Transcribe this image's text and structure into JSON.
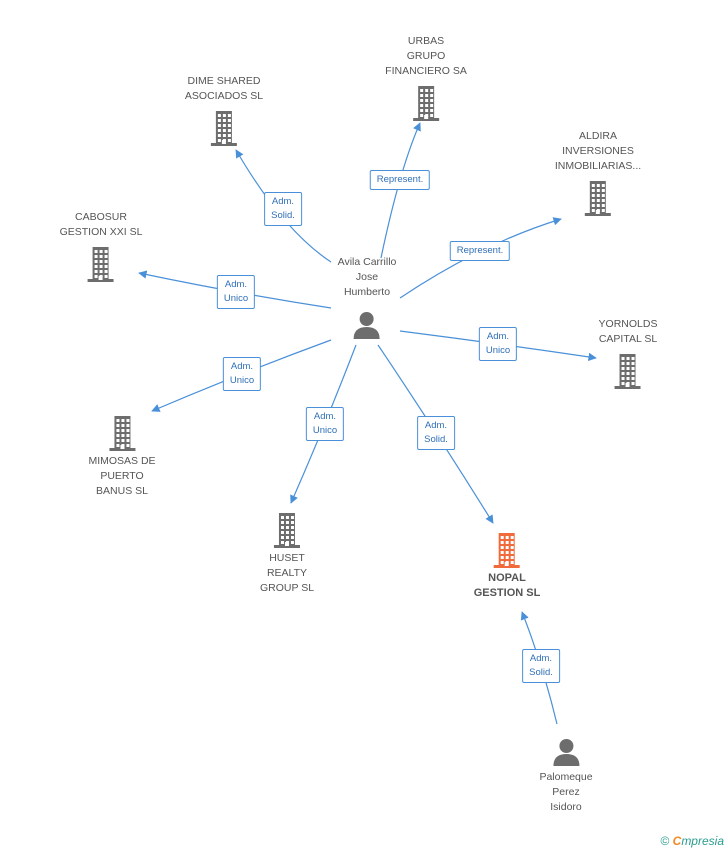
{
  "nodes": [
    {
      "id": "center",
      "kind": "person",
      "lines": [
        "Avila Carrillo",
        "Jose",
        "Humberto"
      ]
    },
    {
      "id": "urbas",
      "kind": "company",
      "lines": [
        "URBAS",
        "GRUPO",
        "FINANCIERO SA"
      ]
    },
    {
      "id": "dime",
      "kind": "company",
      "lines": [
        "DIME SHARED",
        "ASOCIADOS SL"
      ]
    },
    {
      "id": "aldira",
      "kind": "company",
      "lines": [
        "ALDIRA",
        "INVERSIONES",
        "INMOBILIARIAS..."
      ]
    },
    {
      "id": "cabosur",
      "kind": "company",
      "lines": [
        "CABOSUR",
        "GESTION XXI SL"
      ]
    },
    {
      "id": "yornolds",
      "kind": "company",
      "lines": [
        "YORNOLDS",
        "CAPITAL SL"
      ]
    },
    {
      "id": "mimosas",
      "kind": "company",
      "lines": [
        "MIMOSAS DE",
        "PUERTO",
        "BANUS SL"
      ]
    },
    {
      "id": "huset",
      "kind": "company",
      "lines": [
        "HUSET",
        "REALTY",
        "GROUP SL"
      ]
    },
    {
      "id": "nopal",
      "kind": "company-main",
      "lines": [
        "NOPAL",
        "GESTION SL"
      ]
    },
    {
      "id": "palomeque",
      "kind": "person",
      "lines": [
        "Palomeque",
        "Perez",
        "Isidoro"
      ]
    }
  ],
  "edges": [
    {
      "from": "center",
      "to": "dime",
      "label": [
        "Adm.",
        "Solid."
      ]
    },
    {
      "from": "center",
      "to": "urbas",
      "label": [
        "Represent."
      ]
    },
    {
      "from": "center",
      "to": "aldira",
      "label": [
        "Represent."
      ]
    },
    {
      "from": "center",
      "to": "cabosur",
      "label": [
        "Adm.",
        "Unico"
      ]
    },
    {
      "from": "center",
      "to": "yornolds",
      "label": [
        "Adm.",
        "Unico"
      ]
    },
    {
      "from": "center",
      "to": "mimosas",
      "label": [
        "Adm.",
        "Unico"
      ]
    },
    {
      "from": "center",
      "to": "huset",
      "label": [
        "Adm.",
        "Unico"
      ]
    },
    {
      "from": "center",
      "to": "nopal",
      "label": [
        "Adm.",
        "Solid."
      ]
    },
    {
      "from": "palomeque",
      "to": "nopal",
      "label": [
        "Adm.",
        "Solid."
      ]
    }
  ],
  "colors": {
    "edge": "#4a90d9",
    "company_icon": "#6d6d6d",
    "main_company_icon": "#f06a3c",
    "person_icon": "#6d6d6d"
  },
  "footer": {
    "copyright": "©",
    "brand_first": "C",
    "brand_rest": "mpresia"
  }
}
